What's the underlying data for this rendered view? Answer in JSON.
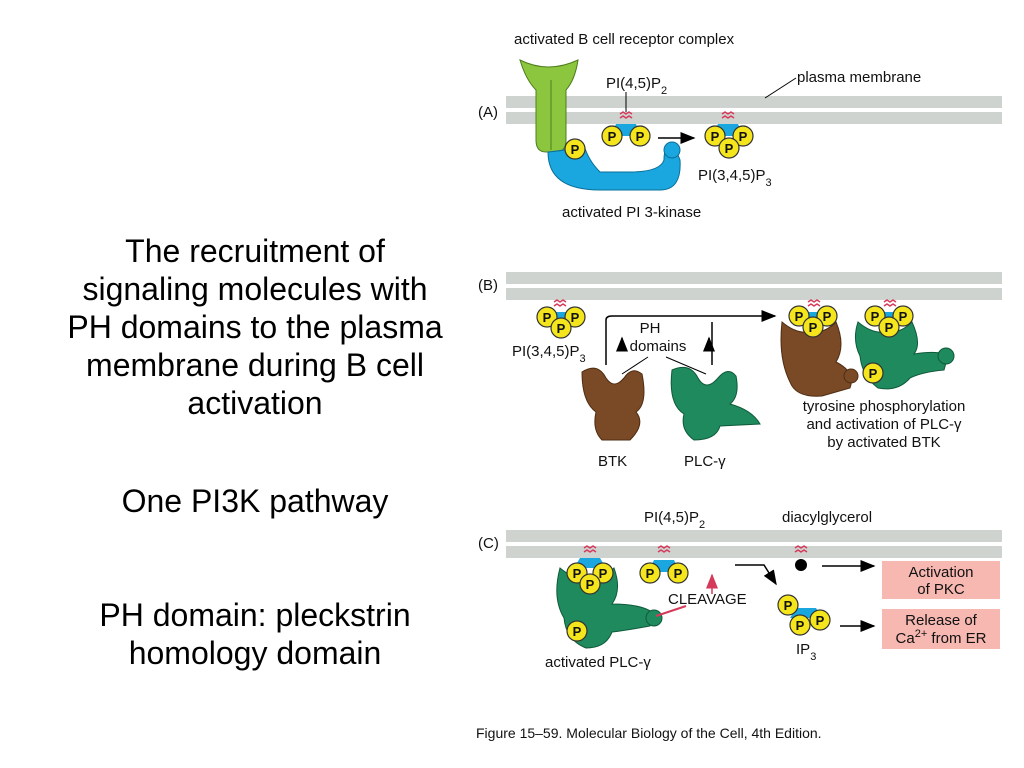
{
  "slide": {
    "title_lines": [
      "The recruitment of",
      "signaling molecules with",
      "PH domains to the plasma",
      "membrane during B cell",
      "activation"
    ],
    "pathway": "One PI3K pathway",
    "ph_definition_lines": [
      "PH domain: pleckstrin",
      "homology domain"
    ]
  },
  "figure": {
    "panel_a": {
      "letter": "(A)",
      "receptor_label": "activated B cell receptor complex",
      "pip2_label": "PI(4,5)P",
      "pip2_sub": "2",
      "membrane_label": "plasma membrane",
      "pip3_label": "PI(3,4,5)P",
      "pip3_sub": "3",
      "kinase_label": "activated PI 3-kinase"
    },
    "panel_b": {
      "letter": "(B)",
      "pip3_label": "PI(3,4,5)P",
      "pip3_sub": "3",
      "ph_line1": "PH",
      "ph_line2": "domains",
      "btk_label": "BTK",
      "plc_label": "PLC-γ",
      "note_line1": "tyrosine phosphorylation",
      "note_line2": "and activation of PLC-γ",
      "note_line3": "by activated BTK"
    },
    "panel_c": {
      "letter": "(C)",
      "pip2_label": "PI(4,5)P",
      "pip2_sub": "2",
      "dag_label": "diacylglycerol",
      "cleavage_label": "CLEAVAGE",
      "ip3_label": "IP",
      "ip3_sub": "3",
      "plc_label": "activated PLC-γ",
      "pkc_line1": "Activation",
      "pkc_line2": "of PKC",
      "ca_line1": "Release of",
      "ca_prefix": "Ca",
      "ca_sup": "2+",
      "ca_suffix": " from ER"
    },
    "phosphate": "P",
    "caption": "Figure 15–59. Molecular Biology of the Cell, 4th Edition."
  },
  "colors": {
    "membrane": "#cfd3d0",
    "phosphate": "#f4e51c",
    "pi3_kinase": "#1aa7df",
    "receptor": "#8cc63f",
    "btk": "#7a4a26",
    "plc_gamma": "#1e8a5e",
    "outcome_box": "#f6b8b1"
  }
}
